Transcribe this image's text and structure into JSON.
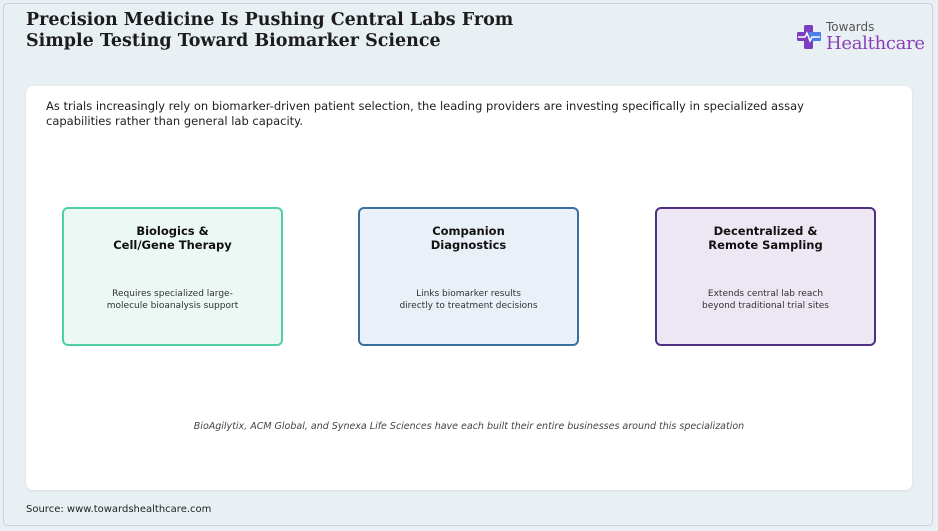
{
  "header": {
    "title_lines": [
      "Precision Medicine Is Pushing Central Labs From",
      "Simple Testing Toward Biomarker Science"
    ]
  },
  "logo": {
    "top_text": "Towards",
    "main_text": "Healthcare",
    "colors": {
      "mark_purple": "#7b3fbf",
      "mark_blue": "#4a7ee8",
      "text": "#8a3fb8"
    }
  },
  "intro": {
    "text": "As trials increasingly rely on biomarker-driven patient selection, the leading providers are investing specifically in specialized assay capabilities rather than general lab capacity."
  },
  "cards": [
    {
      "title_lines": [
        "Biologics &",
        "Cell/Gene Therapy"
      ],
      "desc_lines": [
        "Requires specialized large-",
        "molecule bioanalysis support"
      ],
      "border_color": "#4fcfa3",
      "fill_color": "#ebf8f4"
    },
    {
      "title_lines": [
        "Companion",
        "Diagnostics"
      ],
      "desc_lines": [
        "Links biomarker results",
        "directly to treatment decisions"
      ],
      "border_color": "#3a6f9f",
      "fill_color": "#eaf0f8"
    },
    {
      "title_lines": [
        "Decentralized &",
        "Remote Sampling"
      ],
      "desc_lines": [
        "Extends central lab reach",
        "beyond traditional trial sites"
      ],
      "border_color": "#4e2f80",
      "fill_color": "#ece7f3"
    }
  ],
  "note": {
    "text": "BioAgilytix, ACM Global, and Synexa Life Sciences have each built their entire businesses around this specialization"
  },
  "source": {
    "text": "Source: www.towardshealthcare.com"
  }
}
